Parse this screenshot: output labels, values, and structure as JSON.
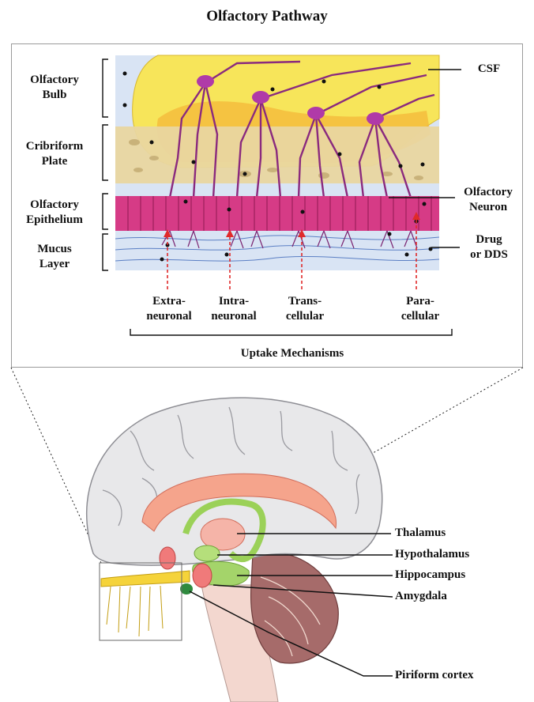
{
  "title": "Olfactory Pathway",
  "layers": {
    "bulb": [
      "Olfactory",
      "Bulb"
    ],
    "cribriform": [
      "Cribriform",
      "Plate"
    ],
    "epithelium": [
      "Olfactory",
      "Epithelium"
    ],
    "mucus": [
      "Mucus",
      "Layer"
    ]
  },
  "right_labels": {
    "csf": "CSF",
    "neuron": [
      "Olfactory",
      "Neuron"
    ],
    "drug": [
      "Drug",
      "or DDS"
    ]
  },
  "mechanisms": {
    "items": [
      [
        "Extra-",
        "neuronal"
      ],
      [
        "Intra-",
        "neuronal"
      ],
      [
        "Trans-",
        "cellular"
      ],
      [
        "Para-",
        "cellular"
      ]
    ],
    "group_label": "Uptake Mechanisms"
  },
  "brain_labels": {
    "thalamus": "Thalamus",
    "hypothalamus": "Hypothalamus",
    "hippocampus": "Hippocampus",
    "amygdala": "Amygdala",
    "piriform": "Piriform cortex"
  },
  "colors": {
    "csf_bg": "#d9e4f4",
    "bulb": "#f7e55a",
    "bulb_core": "#f4b73a",
    "neuron": "#8a2a7e",
    "soma": "#b03aa8",
    "epithelium": "#d63b86",
    "bone": "#e9d6a0",
    "mucus_line": "#5b7fc4",
    "arrow": "#e02a2a",
    "brain": "#e8e8ea",
    "brain_stroke": "#8e8e94"
  }
}
